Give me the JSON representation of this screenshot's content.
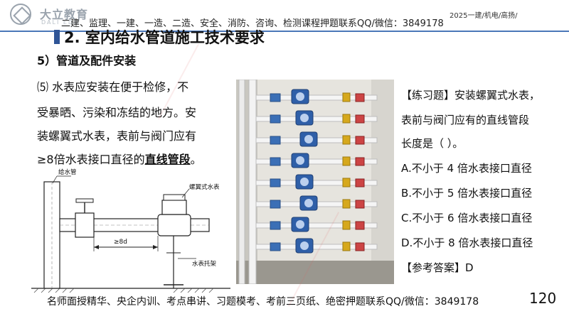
{
  "header": {
    "logo_text": "大立教育",
    "logo_sub": "DALI EDU",
    "promo_top": "二建、监理、一建、一造、二造、安全、消防、咨询、检测课程押题联系QQ/微信：3849178",
    "course_tag": "2025一建/机电/高扬/",
    "section_title": "2. 室内给水管道施工技术要求"
  },
  "subsection": "5）管道及配件安装",
  "paragraph": {
    "line1": "⑸ 水表应安装在便于检修，不",
    "line2": "受暴晒、污染和冻结的地方。安",
    "line3": "装螺翼式水表，表前与阀门应有",
    "line4_plain": "≥8倍水表接口直径的",
    "line4_underlined": "直线管段",
    "line4_end": "。"
  },
  "diagram": {
    "label_pipe": "给水管",
    "label_meter": "螺翼式水表",
    "label_dimension": "≥8d",
    "label_bracket": "水表托架"
  },
  "exercise": {
    "q_line1": "【练习题】安装螺翼式水表，",
    "q_line2": "表前与阀门应有的直线管段",
    "q_line3": "长度是（       ）。",
    "option_a": "A.不小于 4 倍水表接口直径",
    "option_b": "B.不小于 5 倍水表接口直径",
    "option_c": "C.不小于 6 倍水表接口直径",
    "option_d": "D.不小于 8 倍水表接口直径",
    "answer": "【参考答案】D"
  },
  "footer": {
    "promo_bottom": "名师面授精华、央企内训、考点串讲、习题模考、考前三页纸、绝密押题联系QQ/微信：3849178",
    "page_number": "120"
  }
}
